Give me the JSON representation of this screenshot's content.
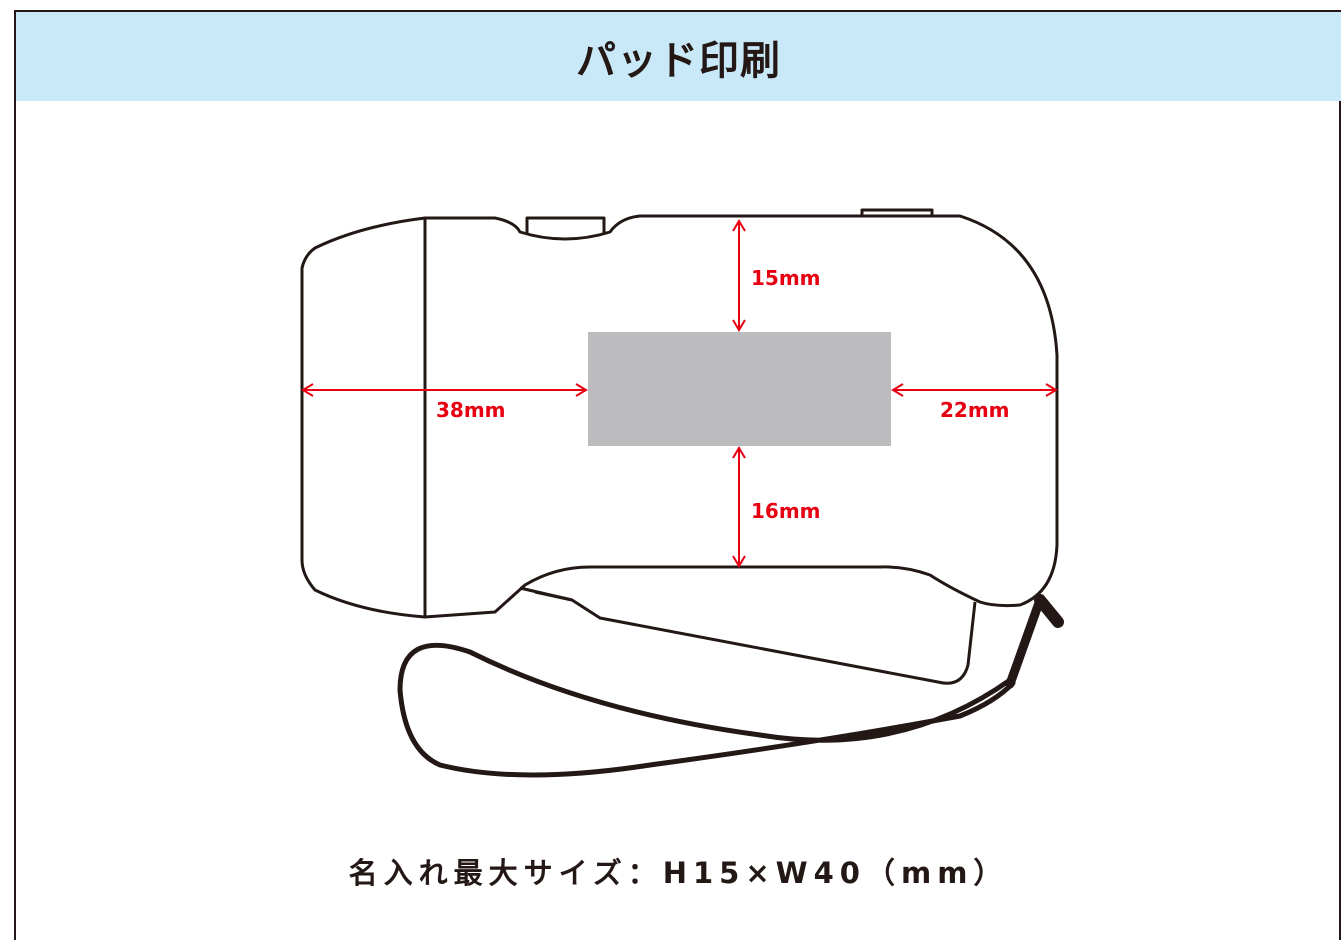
{
  "header": {
    "title": "パッド印刷"
  },
  "diagram": {
    "dimensions": {
      "top": "15mm",
      "bottom": "16mm",
      "left": "38mm",
      "right": "22mm"
    },
    "colors": {
      "arrow": "#e60012",
      "print_area": "#bcbcbf",
      "outline": "#231815",
      "header_bg": "#c9e9f8"
    }
  },
  "caption": {
    "text": "名入れ最大サイズ：H15×W40（mm）"
  }
}
